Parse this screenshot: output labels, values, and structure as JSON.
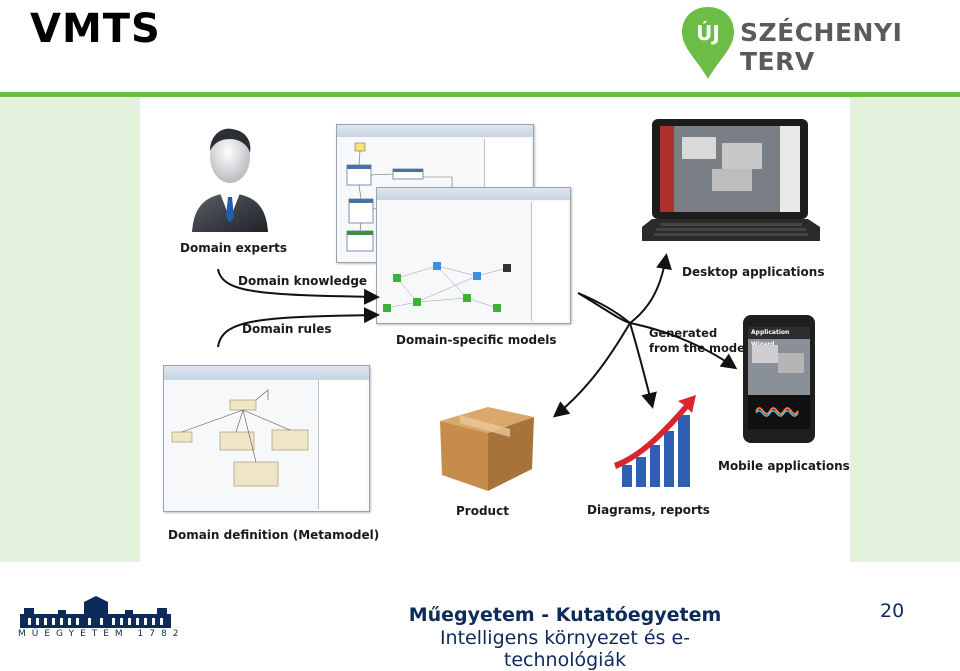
{
  "slide": {
    "title": "VMTS",
    "page_number": "20"
  },
  "sponsor_logo": {
    "text": "SZÉCHENYI TERV",
    "badge": "ÚJ",
    "color": "#6cbd45"
  },
  "figure": {
    "labels": {
      "domain_experts": "Domain experts",
      "domain_knowledge": "Domain knowledge",
      "domain_rules": "Domain rules",
      "domain_specific_models": "Domain-specific models",
      "desktop_applications": "Desktop applications",
      "generated_line1": "Generated",
      "generated_line2": "from the model",
      "mobile_applications": "Mobile applications",
      "product": "Product",
      "diagrams_reports": "Diagrams, reports",
      "domain_definition": "Domain definition (Metamodel)"
    },
    "phone_screen_title": "Application Wizard"
  },
  "footer": {
    "university": "Műegyetem - Kutatóegyetem",
    "subtitle": "Intelligens környezet és e-technológiák",
    "bme_caption": "MŰEGYETEM 1782"
  },
  "colors": {
    "accent_green": "#6cbd45",
    "band_green": "#e2f2dc",
    "footer_navy": "#0d2b5a"
  }
}
